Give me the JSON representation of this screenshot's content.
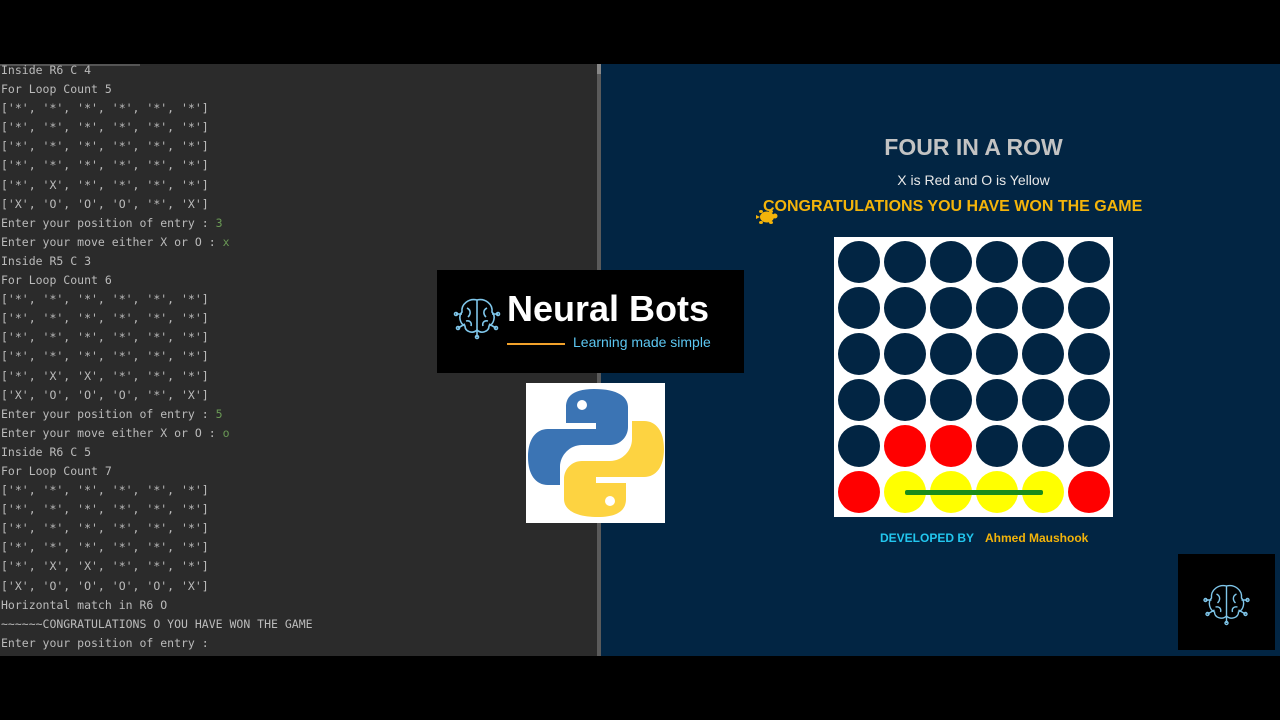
{
  "console": {
    "lines": [
      {
        "text": "Inside R6 C 4"
      },
      {
        "text": "For Loop Count 5"
      },
      {
        "text": "['*', '*', '*', '*', '*', '*']"
      },
      {
        "text": "['*', '*', '*', '*', '*', '*']"
      },
      {
        "text": "['*', '*', '*', '*', '*', '*']"
      },
      {
        "text": "['*', '*', '*', '*', '*', '*']"
      },
      {
        "text": "['*', 'X', '*', '*', '*', '*']"
      },
      {
        "text": "['X', 'O', 'O', 'O', '*', 'X']"
      },
      {
        "text": "Enter your position of entry : ",
        "input": "3"
      },
      {
        "text": "Enter your move either X or O : ",
        "input": "x"
      },
      {
        "text": "Inside R5 C 3"
      },
      {
        "text": "For Loop Count 6"
      },
      {
        "text": "['*', '*', '*', '*', '*', '*']"
      },
      {
        "text": "['*', '*', '*', '*', '*', '*']"
      },
      {
        "text": "['*', '*', '*', '*', '*', '*']"
      },
      {
        "text": "['*', '*', '*', '*', '*', '*']"
      },
      {
        "text": "['*', 'X', 'X', '*', '*', '*']"
      },
      {
        "text": "['X', 'O', 'O', 'O', '*', 'X']"
      },
      {
        "text": "Enter your position of entry : ",
        "input": "5"
      },
      {
        "text": "Enter your move either X or O : ",
        "input": "o"
      },
      {
        "text": "Inside R6 C 5"
      },
      {
        "text": "For Loop Count 7"
      },
      {
        "text": "['*', '*', '*', '*', '*', '*']"
      },
      {
        "text": "['*', '*', '*', '*', '*', '*']"
      },
      {
        "text": "['*', '*', '*', '*', '*', '*']"
      },
      {
        "text": "['*', '*', '*', '*', '*', '*']"
      },
      {
        "text": "['*', 'X', 'X', '*', '*', '*']"
      },
      {
        "text": "['X', 'O', 'O', 'O', 'O', 'X']"
      },
      {
        "text": "Horizontal match in R6 O"
      },
      {
        "text": "~~~~~~CONGRATULATIONS O YOU HAVE WON THE GAME"
      },
      {
        "text": "Enter your position of entry : "
      }
    ]
  },
  "game": {
    "title": "FOUR IN A ROW",
    "subtitle": "X is Red and O is Yellow",
    "win_message": "CONGRATULATIONS YOU HAVE WON THE GAME",
    "developed_by_label": "DEVELOPED BY",
    "developer_name": "Ahmed Maushook",
    "board": [
      [
        "*",
        "*",
        "*",
        "*",
        "*",
        "*"
      ],
      [
        "*",
        "*",
        "*",
        "*",
        "*",
        "*"
      ],
      [
        "*",
        "*",
        "*",
        "*",
        "*",
        "*"
      ],
      [
        "*",
        "*",
        "*",
        "*",
        "*",
        "*"
      ],
      [
        "*",
        "X",
        "X",
        "*",
        "*",
        "*"
      ],
      [
        "X",
        "O",
        "O",
        "O",
        "O",
        "X"
      ]
    ],
    "winning_row": 6,
    "winning_cols": [
      2,
      5
    ],
    "colors": {
      "background": "#022543",
      "empty": "#022543",
      "red": "#ff0000",
      "yellow": "#ffff00",
      "line": "#1a8c1a",
      "title": "#c3c3c3",
      "win": "#f4b40a",
      "dev_label": "#22c6ee",
      "dev_name": "#f4b40a"
    }
  },
  "branding": {
    "logo_title": "Neural Bots",
    "logo_tagline": "Learning made simple",
    "brain_icon": "brain-circuit-icon",
    "python_icon": "python-logo-icon"
  }
}
